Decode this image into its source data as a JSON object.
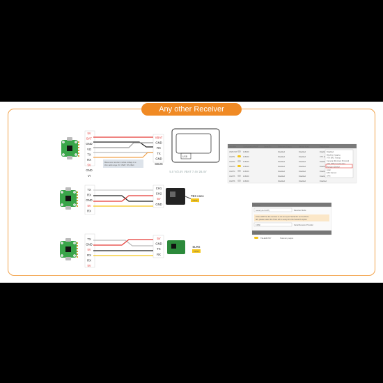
{
  "title": "Any other Receiver",
  "colors": {
    "accent": "#f08a24",
    "board": "#3aa54a",
    "red": "#e53935",
    "black": "#222222",
    "white": "#ffffff",
    "yellow": "#f5c518",
    "orange": "#f2a24a"
  },
  "diagram1": {
    "fc_pads": [
      "5V",
      "BAT",
      "GND",
      "VO",
      "TX",
      "RX",
      "5V",
      "GND",
      "VI"
    ],
    "rx_pins": [
      "VBAT",
      "GND",
      "RX",
      "TX",
      "GND",
      "SBUS"
    ],
    "note": "Make sure receiver module voltage is within valid range, 5V, VBAT, VIN, BEC",
    "usb_label": "USB",
    "voltage": "5.0 V/3.4V VBAT 7.4V 26.4V"
  },
  "diagram2": {
    "fc_pads": [
      "TX",
      "RX",
      "GND",
      "5V",
      "RX"
    ],
    "rx_pins": [
      "CH1",
      "CH2",
      "5V",
      "GND"
    ],
    "rx_name": "TBS nano",
    "rx_tag": "CRSF"
  },
  "diagram3": {
    "fc_pads": [
      "TX",
      "GND",
      "5V",
      "RX",
      "RX",
      "5V"
    ],
    "rx_pins": [
      "5V",
      "GND",
      "TX",
      "RX"
    ],
    "rx_name": "ELRS",
    "rx_tag": "CRSF"
  },
  "ports_table": {
    "headers": [
      "Identifier",
      "Configuration/MSP",
      "Serial Rx",
      "Telemetry Output",
      "Sensor Input",
      "Peripherals"
    ],
    "rows": [
      [
        "USB VCP",
        "115200",
        "",
        "Disabled",
        "Disabled",
        "Disabled"
      ],
      [
        "UART1",
        "115200",
        "",
        "Disabled",
        "Disabled",
        "VTX (IRC Tramp)"
      ],
      [
        "UART2",
        "115200",
        "",
        "Disabled",
        "Disabled",
        "Disabled"
      ],
      [
        "UART3",
        "115200",
        "",
        "Disabled",
        "Disabled",
        "Disabled"
      ],
      [
        "UART4",
        "115200",
        "",
        "Disabled",
        "Disabled",
        "Disabled"
      ],
      [
        "UART5",
        "115200",
        "",
        "Disabled",
        "Disabled",
        "Disabled"
      ],
      [
        "UART6",
        "115200",
        "",
        "Disabled",
        "Disabled",
        "Disabled"
      ]
    ],
    "dropdown": [
      "Disabled",
      "Blackbox logging",
      "VTX (IRC Tramp)",
      "Camera (RunCam Protocol)",
      "VTX (TBS SmartAudio)",
      "RunCam Device",
      "Lidar",
      "ESC Sensor",
      "GPS"
    ]
  },
  "receiver_panel": {
    "header": "Receiver",
    "mode": "Serial (via UART)",
    "mode_label": "Receiver Mode",
    "warning": "If the UART for the receiver is not set up to 'Serial Rx' on the Ports tab, please select the Ports tab to setup first the Serial Rx option",
    "provider": "CRSF",
    "provider_label": "Serial Receiver Provider",
    "telemetry_header": "Telemetry",
    "telemetry_toggle": "TELEMETRY",
    "telemetry_label": "Telemetry output"
  }
}
